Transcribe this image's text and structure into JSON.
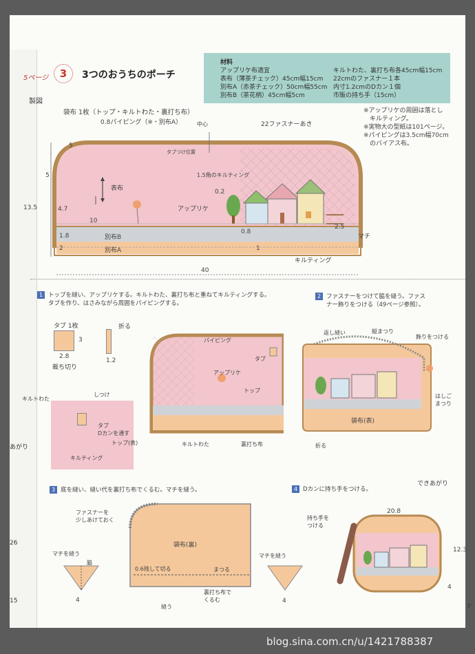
{
  "header": {
    "page_ref": "5ページ",
    "number": "3",
    "title": "3つのおうちのポーチ"
  },
  "materials": {
    "heading": "材料",
    "left": [
      "アップリケ布適宜",
      "表布（薄茶チェック）45cm幅15cm",
      "別布A（赤茶チェック）50cm幅55cm",
      "別布B（茶花柄）45cm幅5cm"
    ],
    "right": [
      "キルトわた、裏打ち布各45cm幅15cm",
      "22cmのファスナー１本",
      "内寸1.2cmのDカン１個",
      "市販の持ち手（15cm）"
    ]
  },
  "notes": [
    "※アップリケの周囲は落とし",
    "　キルティング。",
    "※実物大の型紙は101ページ。",
    "※パイピングは3.5cm幅70cm",
    "　のバイアス布。"
  ],
  "diagram": {
    "label": "製図",
    "caption": "袋布 1枚（トップ・キルトわた・裏打ち布）",
    "piping": "0.8パイピング（※・別布A）",
    "center": "中心",
    "zipper_open": "22ファスナーあき",
    "tab_pos": "タブつけ位置",
    "quilt": "1.5角のキルティング",
    "omote": "表布",
    "applique": "アップリケ",
    "betsu_b": "別布B",
    "betsu_a": "別布A",
    "machi": "マチ",
    "quilting": "キルティング",
    "d5a": "5",
    "d5b": "5",
    "d135": "13.5",
    "d47": "4.7",
    "d10": "10",
    "d18": "1.8",
    "d2a": "2",
    "d02": "0.2",
    "d08": "0.8",
    "d25": "2.5",
    "d1": "1",
    "d40": "40"
  },
  "steps": [
    {
      "num": "1",
      "lines": [
        "トップを縫い、アップリケする。キルトわた、裏打ち布と重ねてキルティングする。",
        "タブを作り、はさみながら周囲をパイピングする。"
      ]
    },
    {
      "num": "2",
      "lines": [
        "ファスナーをつけて脇を縫う。ファス",
        "ナー飾りをつける（49ページ参照）。"
      ]
    },
    {
      "num": "3",
      "lines": [
        "底を縫い、縫い代を裏打ち布でくるむ。マチを縫う。"
      ]
    },
    {
      "num": "4",
      "lines": [
        "Dカンに持ち手をつける。"
      ]
    }
  ],
  "step1": {
    "tab": "タブ 1枚",
    "fold": "折る",
    "d3": "3",
    "d28": "2.8",
    "d12": "1.2",
    "cutoff": "裁ち切り",
    "quilt_wata": "キルトわた",
    "shitsuke": "しつけ",
    "tabu": "タブ",
    "dkan": "Dカンを通す",
    "top_omote": "トップ(表)",
    "quilting": "キルティング",
    "piping": "パイピング",
    "tabu2": "タブ",
    "applique": "アップリケ",
    "top": "トップ",
    "quilt_wata2": "キルトわた",
    "uratsuke": "裏打ち布"
  },
  "step2": {
    "kaeshi": "返し縫い",
    "tate": "縦まつり",
    "kazari": "飾りをつける",
    "hashigo": "はしご\nまつり",
    "fukuro": "袋布(表)",
    "oru": "折る"
  },
  "step3": {
    "fastener": "ファスナーを\n少しあけておく",
    "fukuro_ura": "袋布(裏)",
    "cut": "0.6残して切る",
    "matsuru": "まつる",
    "kurumu": "裏打ち布で\nくるむ",
    "nuu": "縫う",
    "machi_l": "マチを縫う",
    "waki": "脇",
    "machi_r": "マチを縫う",
    "d4a": "4",
    "d4b": "4"
  },
  "step4": {
    "done": "できあがり",
    "handle": "持ち手を\nつける",
    "d208": "20.8",
    "d123": "12.3",
    "d4": "4"
  },
  "side": {
    "agari": "あがり",
    "d26": "26",
    "d15": "15"
  },
  "page_number": "7",
  "footer": "blog.sina.com.cn/u/1421788387",
  "colors": {
    "pink": "#f2c6cc",
    "peach": "#f5c89c",
    "sand": "#e8c28a",
    "grey": "#cfd3d8",
    "teal": "#a8d3cd",
    "accent": "#c0392b"
  }
}
